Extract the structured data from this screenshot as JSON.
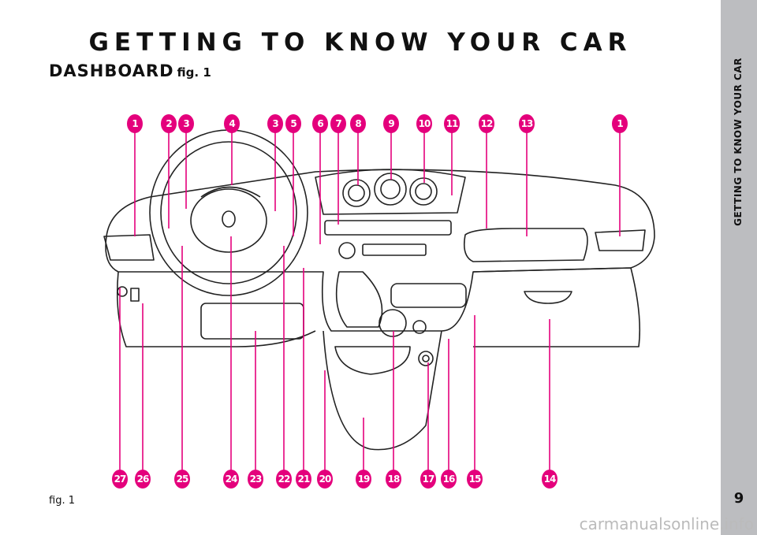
{
  "header": {
    "title": "GETTING TO KNOW YOUR CAR",
    "section": "DASHBOARD",
    "section_fig": "fig. 1"
  },
  "side_tab": {
    "text": "GETTING TO KNOW YOUR CAR",
    "page_number": "9"
  },
  "caption": "fig. 1",
  "watermark": "carmanualsonline.info",
  "accent_color": "#e4007c",
  "callouts_top": [
    "1",
    "2",
    "3",
    "4",
    "3",
    "5",
    "6",
    "7",
    "8",
    "9",
    "10",
    "11",
    "12",
    "13",
    "1"
  ],
  "callouts_bottom": [
    "27",
    "26",
    "25",
    "24",
    "23",
    "22",
    "21",
    "20",
    "19",
    "18",
    "17",
    "16",
    "15",
    "14"
  ]
}
